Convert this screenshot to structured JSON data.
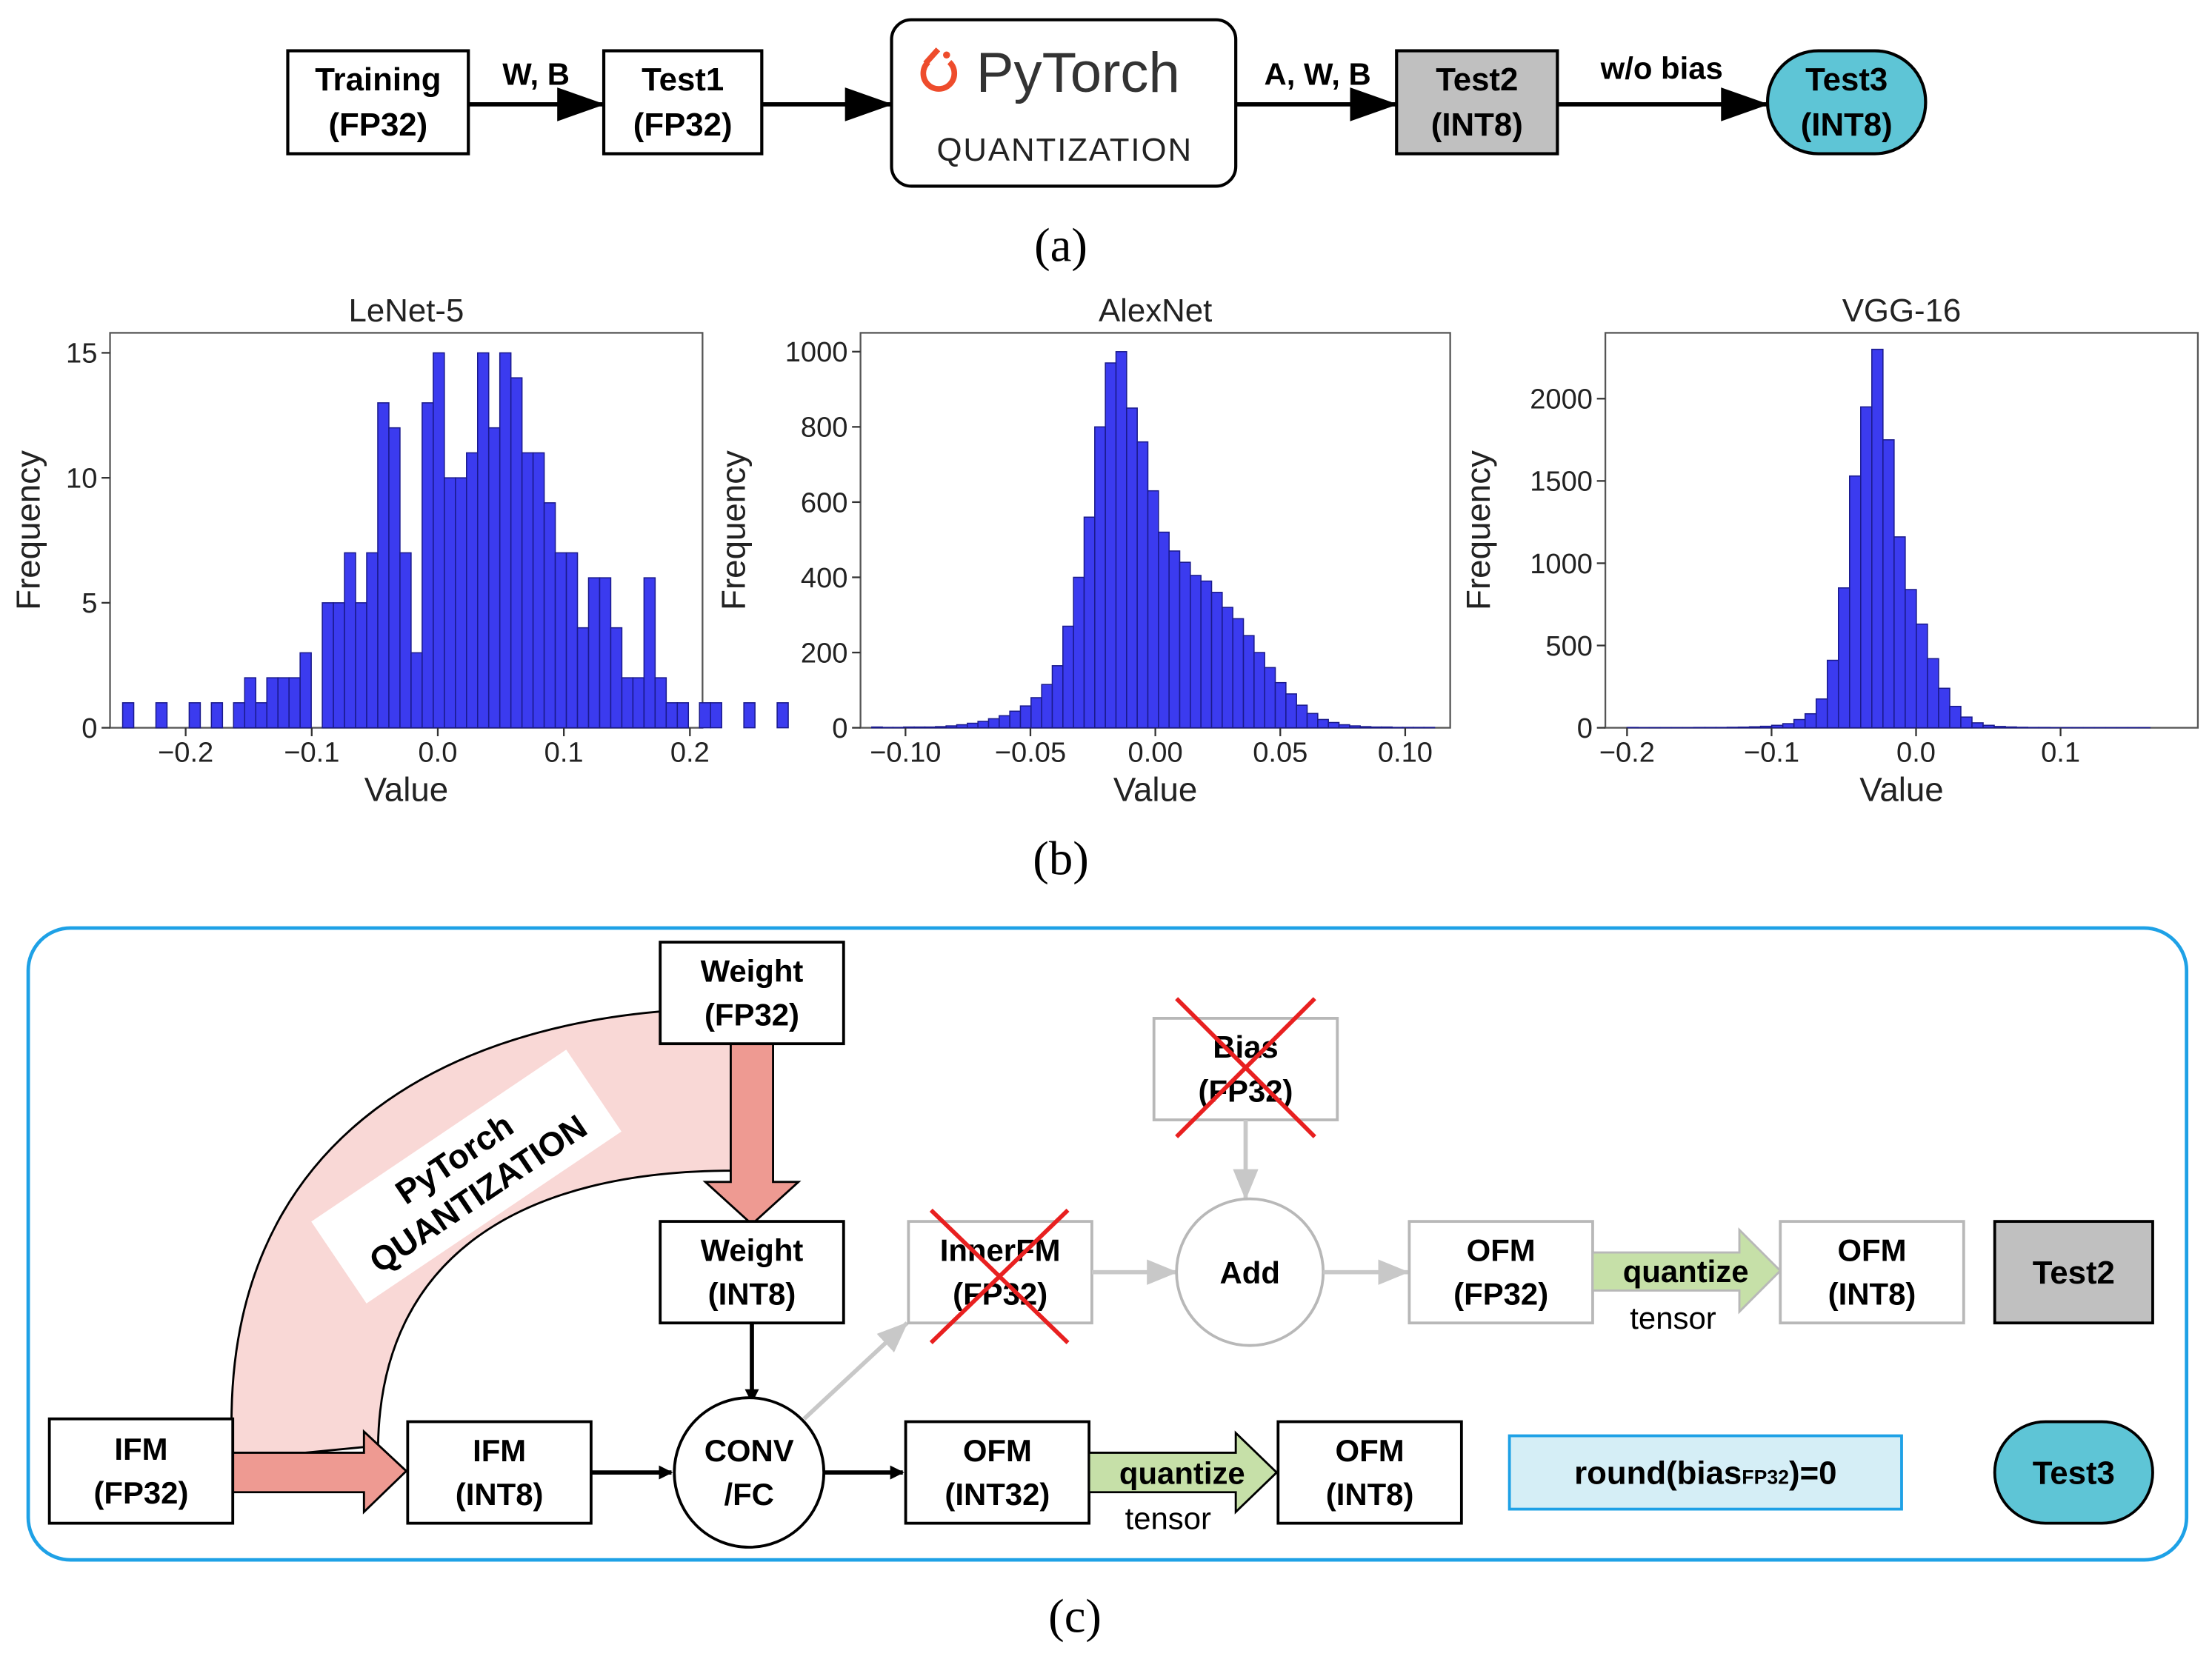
{
  "panel_a": {
    "caption": "(a)",
    "boxes": {
      "training": [
        "Training",
        "(FP32)"
      ],
      "test1": [
        "Test1",
        "(FP32)"
      ],
      "test2": [
        "Test2",
        "(INT8)"
      ],
      "test3": [
        "Test3",
        "(INT8)"
      ]
    },
    "pytorch_logo": "PyTorch",
    "pytorch_sub": "QUANTIZATION",
    "arrows": {
      "wb": "W, B",
      "awb": "A, W, B",
      "wobias": "w/o bias"
    },
    "colors": {
      "test2": "#c0c0c0",
      "test3": "#5ec5d6",
      "logo": "#ee4c2c"
    }
  },
  "panel_b": {
    "caption": "(b)",
    "ylabel": "Frequency",
    "xlabel": "Value"
  },
  "chart_data": [
    {
      "type": "bar",
      "title": "LeNet-5",
      "xlabel": "Value",
      "ylabel": "Frequency",
      "xlim": [
        -0.26,
        0.21
      ],
      "ylim": [
        0,
        15.8
      ],
      "xticks": [
        -0.2,
        -0.1,
        0.0,
        0.1,
        0.2
      ],
      "xtick_labels": [
        "−0.2",
        "−0.1",
        "0.0",
        "0.1",
        "0.2"
      ],
      "yticks": [
        0,
        5,
        10,
        15
      ],
      "ytick_labels": [
        "0",
        "5",
        "10",
        "15"
      ],
      "bin_start": -0.25,
      "bin_width": 0.0088,
      "values": [
        1,
        0,
        0,
        1,
        0,
        0,
        1,
        0,
        1,
        0,
        1,
        2,
        1,
        2,
        2,
        2,
        3,
        0,
        5,
        5,
        7,
        5,
        7,
        13,
        12,
        7,
        3,
        13,
        15,
        10,
        10,
        11,
        15,
        12,
        15,
        14,
        11,
        11,
        9,
        7,
        7,
        4,
        6,
        6,
        4,
        2,
        2,
        6,
        2,
        1,
        1,
        0,
        1,
        1,
        0,
        0,
        1,
        0,
        0,
        1
      ]
    },
    {
      "type": "bar",
      "title": "AlexNet",
      "xlabel": "Value",
      "ylabel": "Frequency",
      "xlim": [
        -0.118,
        0.118
      ],
      "ylim": [
        0,
        1050
      ],
      "xticks": [
        -0.1,
        -0.05,
        0.0,
        0.05,
        0.1
      ],
      "xtick_labels": [
        "−0.10",
        "−0.05",
        "0.00",
        "0.05",
        "0.10"
      ],
      "yticks": [
        0,
        200,
        400,
        600,
        800,
        1000
      ],
      "ytick_labels": [
        "0",
        "200",
        "400",
        "600",
        "800",
        "1000"
      ],
      "bin_start": -0.1135,
      "bin_width": 0.00425,
      "values": [
        2,
        1,
        1,
        2,
        2,
        2,
        3,
        5,
        8,
        12,
        17,
        24,
        32,
        44,
        58,
        80,
        115,
        165,
        270,
        400,
        560,
        800,
        970,
        1000,
        850,
        760,
        630,
        520,
        470,
        440,
        405,
        390,
        360,
        320,
        290,
        245,
        200,
        160,
        120,
        90,
        60,
        38,
        22,
        14,
        8,
        5,
        3,
        2,
        2,
        1,
        1,
        1,
        1
      ]
    },
    {
      "type": "bar",
      "title": "VGG-16",
      "xlabel": "Value",
      "ylabel": "Frequency",
      "xlim": [
        -0.215,
        0.195
      ],
      "ylim": [
        0,
        2400
      ],
      "xticks": [
        -0.2,
        -0.1,
        0.0,
        0.1
      ],
      "xtick_labels": [
        "−0.2",
        "−0.1",
        "0.0",
        "0.1"
      ],
      "yticks": [
        0,
        500,
        1000,
        1500,
        2000
      ],
      "ytick_labels": [
        "0",
        "500",
        "1000",
        "1500",
        "2000"
      ],
      "bin_start": -0.2,
      "bin_width": 0.0077,
      "values": [
        2,
        1,
        1,
        1,
        1,
        1,
        2,
        2,
        2,
        3,
        4,
        6,
        9,
        15,
        25,
        50,
        85,
        175,
        410,
        850,
        1530,
        1950,
        2300,
        1750,
        1160,
        840,
        630,
        420,
        240,
        130,
        65,
        30,
        15,
        8,
        5,
        3,
        2,
        2,
        1,
        1,
        1,
        1,
        1,
        1,
        1,
        1,
        1
      ]
    }
  ],
  "panel_c": {
    "caption": "(c)",
    "weight_fp32": [
      "Weight",
      "(FP32)"
    ],
    "bias_fp32": [
      "Bias",
      "(FP32)"
    ],
    "weight_int8": [
      "Weight",
      "(INT8)"
    ],
    "innerfm_fp32": [
      "InnerFM",
      "(FP32)"
    ],
    "add": "Add",
    "ofm_fp32": [
      "OFM",
      "(FP32)"
    ],
    "quantize_top": [
      "quantize",
      "tensor"
    ],
    "ofm_int8_top": [
      "OFM",
      "(INT8)"
    ],
    "test2": "Test2",
    "ifm_fp32": [
      "IFM",
      "(FP32)"
    ],
    "ifm_int8": [
      "IFM",
      "(INT8)"
    ],
    "conv": [
      "CONV",
      "/FC"
    ],
    "ofm_int32": [
      "OFM",
      "(INT32)"
    ],
    "quantize_bottom": [
      "quantize",
      "tensor"
    ],
    "ofm_int8_bottom": [
      "OFM",
      "(INT8)"
    ],
    "round_main": "round(bias",
    "round_sub": "FP32",
    "round_end": ")=0",
    "test3": "Test3",
    "pytorch_curve": [
      "PyTorch",
      "QUANTIZATION"
    ],
    "colors": {
      "frame": "#1ea1e6",
      "cross": "#e82020",
      "quantize": "#c6e0a8",
      "round": "#d5eef6",
      "curve": "#f9d8d6",
      "arrow": "#ee9a92"
    }
  }
}
